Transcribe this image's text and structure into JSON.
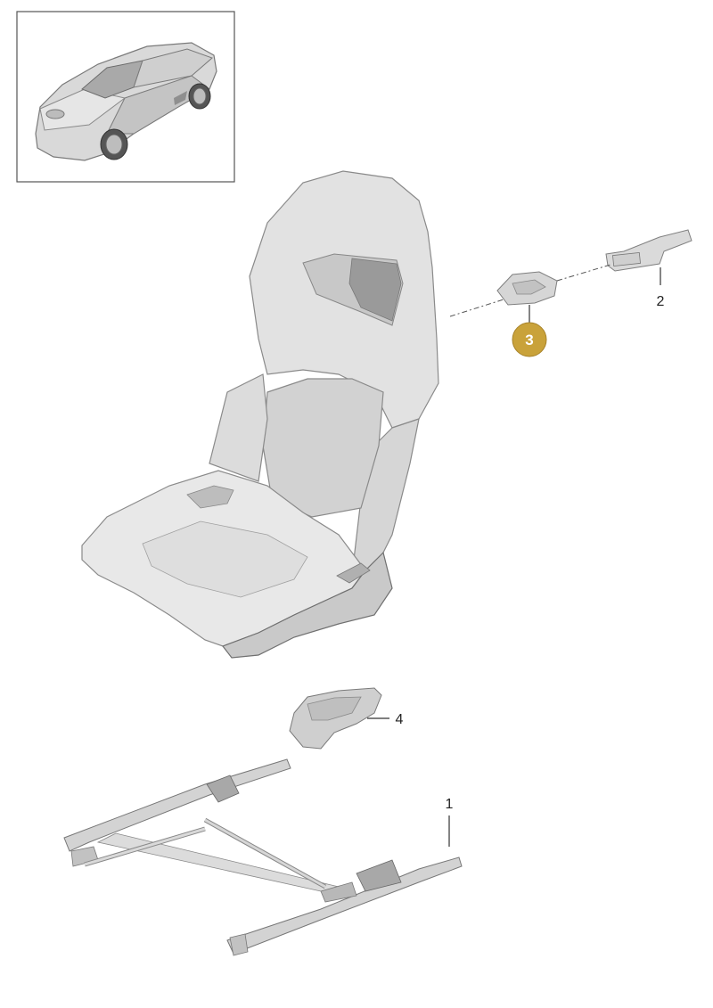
{
  "callouts": {
    "part_1": "1",
    "part_2": "2",
    "part_3": "3",
    "part_4": "4"
  },
  "highlight_color": "#c9a23a",
  "icons": {
    "car": "car-overview-icon",
    "seat": "sports-seat-icon",
    "rail": "seat-rail-frame-icon",
    "cover_small": "trim-cover-icon",
    "strap": "release-strap-icon",
    "side_cover": "side-trim-panel-icon"
  }
}
